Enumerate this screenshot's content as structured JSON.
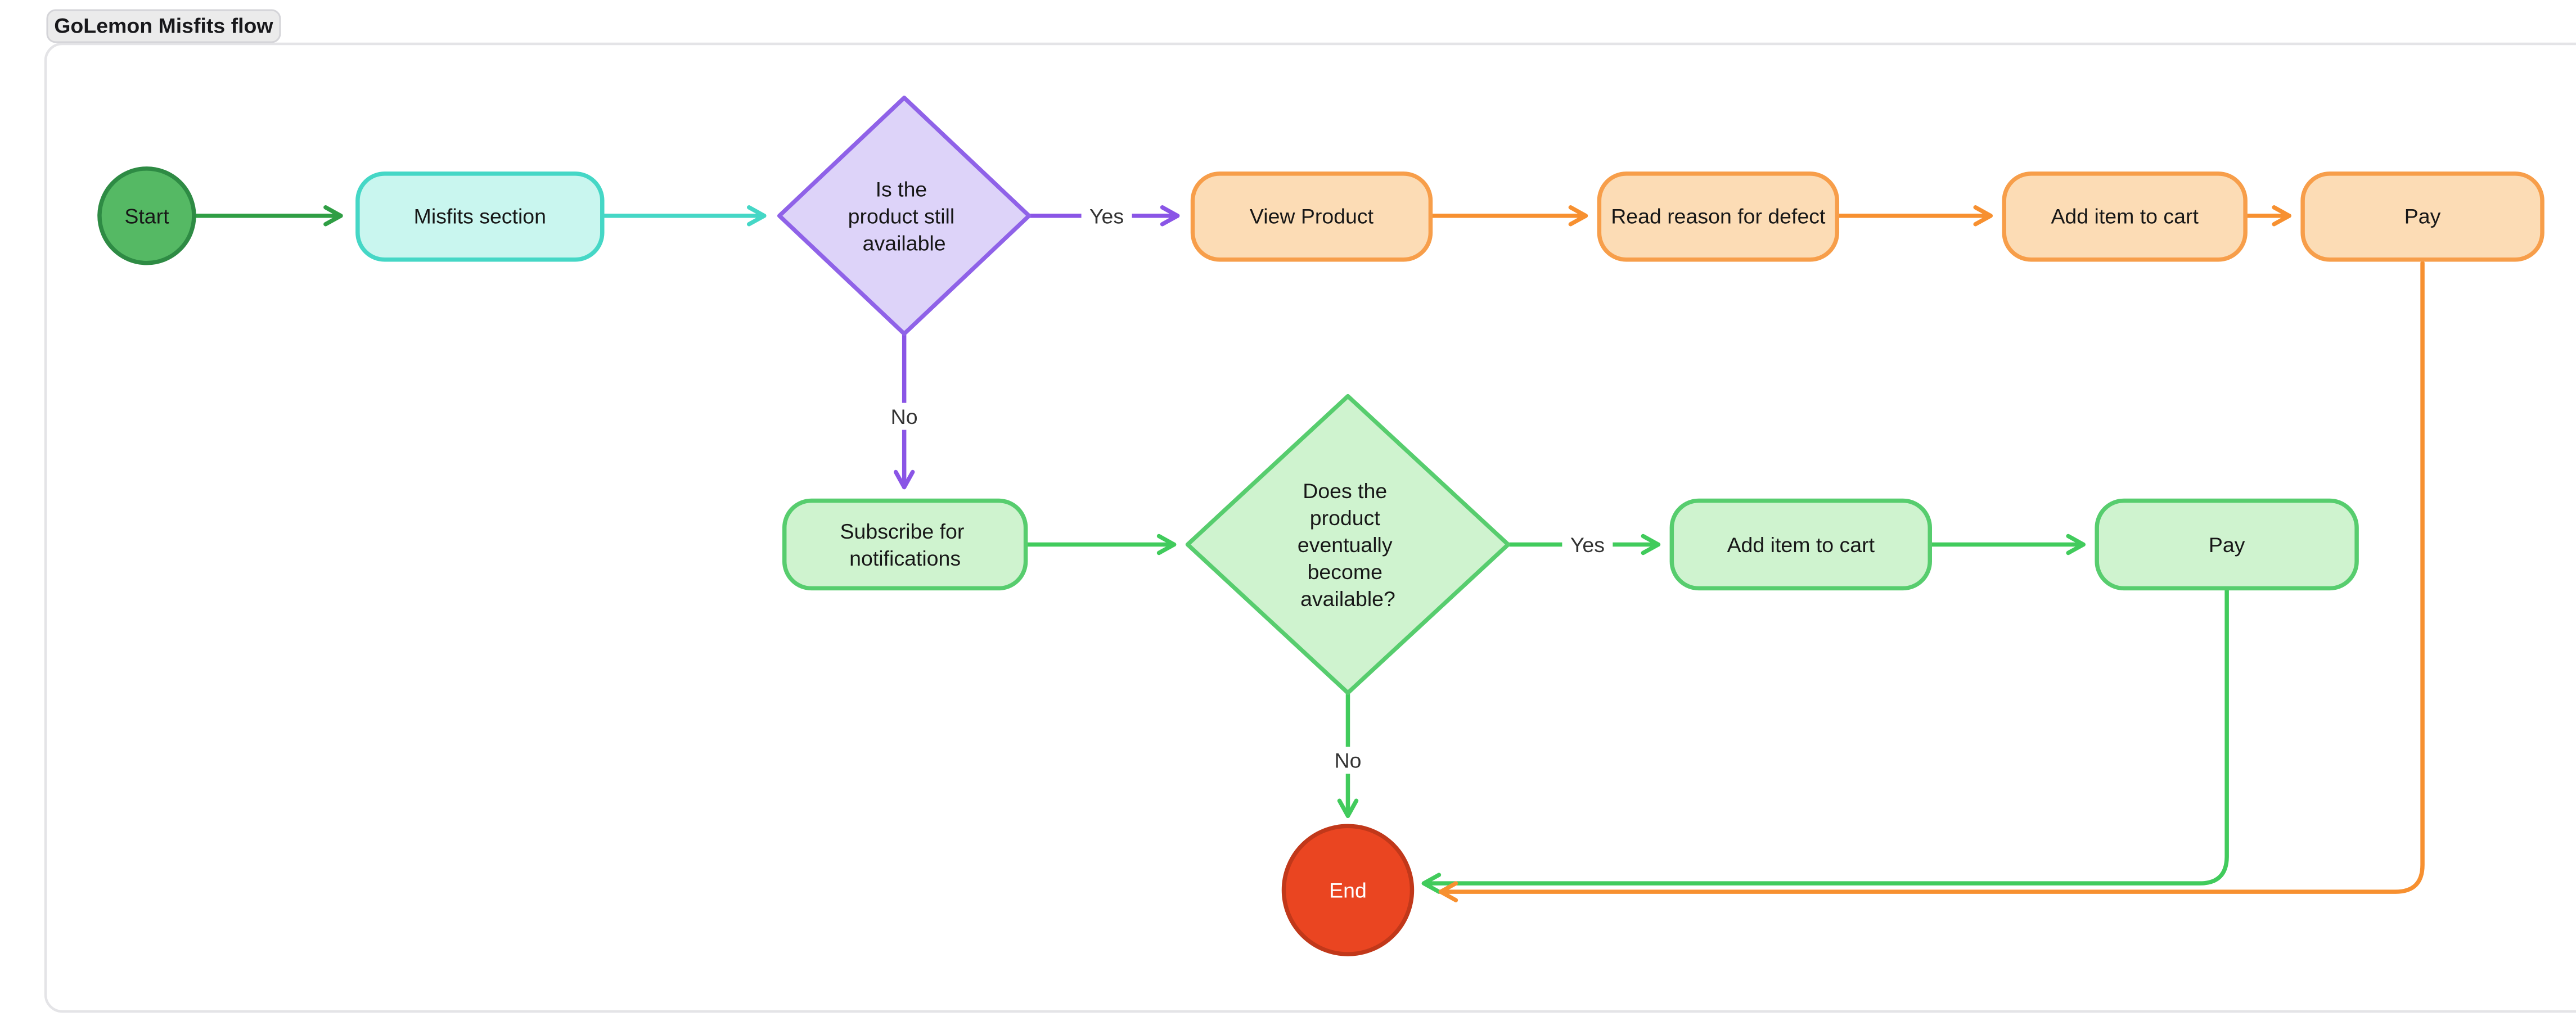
{
  "title": "GoLemon Misfits flow",
  "nodes": {
    "start": {
      "label": "Start"
    },
    "misfits": {
      "label": "Misfits section"
    },
    "decision1": {
      "line1": "Is the",
      "line2": "product still",
      "line3": "available"
    },
    "view_product": {
      "label": "View Product"
    },
    "read_reason": {
      "label": "Read reason for defect"
    },
    "add_item_orange": {
      "label": "Add item to cart"
    },
    "pay_orange": {
      "label": "Pay"
    },
    "subscribe": {
      "line1": "Subscribe for",
      "line2": "notifications"
    },
    "decision2": {
      "line1": "Does the",
      "line2": "product",
      "line3": "eventually",
      "line4": "become",
      "line5": "available?"
    },
    "add_item_green": {
      "label": "Add item to cart"
    },
    "pay_green": {
      "label": "Pay"
    },
    "end": {
      "label": "End"
    }
  },
  "edge_labels": {
    "yes_top": "Yes",
    "no_top": "No",
    "yes_mid": "Yes",
    "no_mid": "No"
  },
  "colors": {
    "canvas-bg": "#ffffff",
    "canvas-border": "#e4e4e7",
    "badge-bg": "#ebebeb",
    "badge-border": "#d4d4d8",
    "badge-text": "#18181b",
    "node-text": "#171717",
    "edge-label-text": "#333333",
    "start-fill": "#55b964",
    "start-stroke": "#2e8b44",
    "arrow-start": "#2f9e44",
    "teal-fill": "#c9f6ef",
    "teal-stroke": "#45d7c6",
    "purple-fill": "#ddd3f9",
    "purple-stroke": "#8f62e8",
    "arrow-purple": "#8a55e6",
    "orange-fill": "#fcdcb5",
    "orange-stroke": "#f79e4a",
    "arrow-orange": "#f79030",
    "green-fill": "#cff3cf",
    "green-stroke": "#57cd6e",
    "arrow-green": "#41cb5c",
    "end-fill": "#ea4521",
    "end-stroke": "#c1381a",
    "end-text": "#ffffff"
  }
}
